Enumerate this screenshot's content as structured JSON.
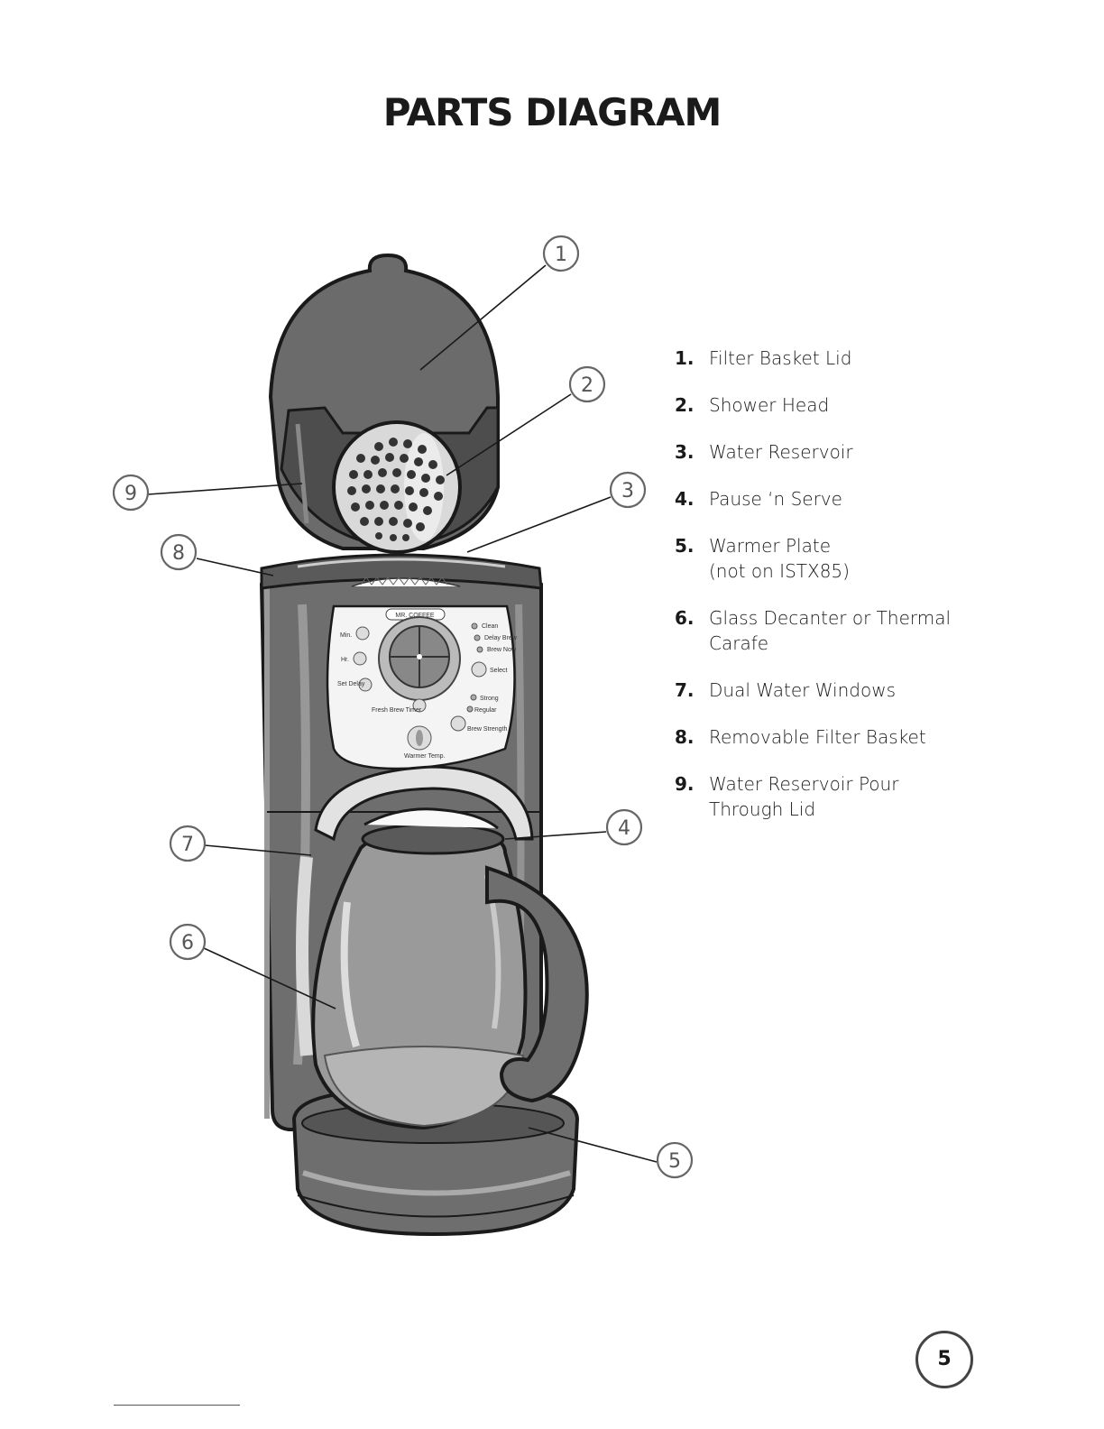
{
  "title": "PARTS DIAGRAM",
  "brand": "MR. COFFEE",
  "callouts": [
    "1",
    "2",
    "3",
    "4",
    "5",
    "6",
    "7",
    "8",
    "9"
  ],
  "parts": [
    {
      "num": "1.",
      "lines": [
        "Filter Basket Lid"
      ]
    },
    {
      "num": "2.",
      "lines": [
        "Shower Head"
      ]
    },
    {
      "num": "3.",
      "lines": [
        "Water Reservoir"
      ]
    },
    {
      "num": "4.",
      "lines": [
        "Pause ‘n Serve"
      ]
    },
    {
      "num": "5.",
      "lines": [
        "Warmer Plate",
        "(not on ISTX85)"
      ]
    },
    {
      "num": "6.",
      "lines": [
        "Glass Decanter or Thermal",
        "Carafe"
      ]
    },
    {
      "num": "7.",
      "lines": [
        "Dual Water Windows"
      ]
    },
    {
      "num": "8.",
      "lines": [
        "Removable Filter Basket"
      ]
    },
    {
      "num": "9.",
      "lines": [
        "Water Reservoir Pour",
        "Through Lid"
      ]
    }
  ],
  "control_panel": {
    "min": "Min.",
    "hr": "Hr.",
    "set_delay": "Set Delay",
    "clean": "Clean",
    "delay_brew": "Delay Brew",
    "brew_now": "Brew Now",
    "select": "Select",
    "strong": "Strong",
    "regular": "Regular",
    "brew_strength": "Brew Strength",
    "fresh_brew_timer": "Fresh Brew Timer",
    "warmer_temp": "Warmer Temp."
  },
  "page_number": "5"
}
